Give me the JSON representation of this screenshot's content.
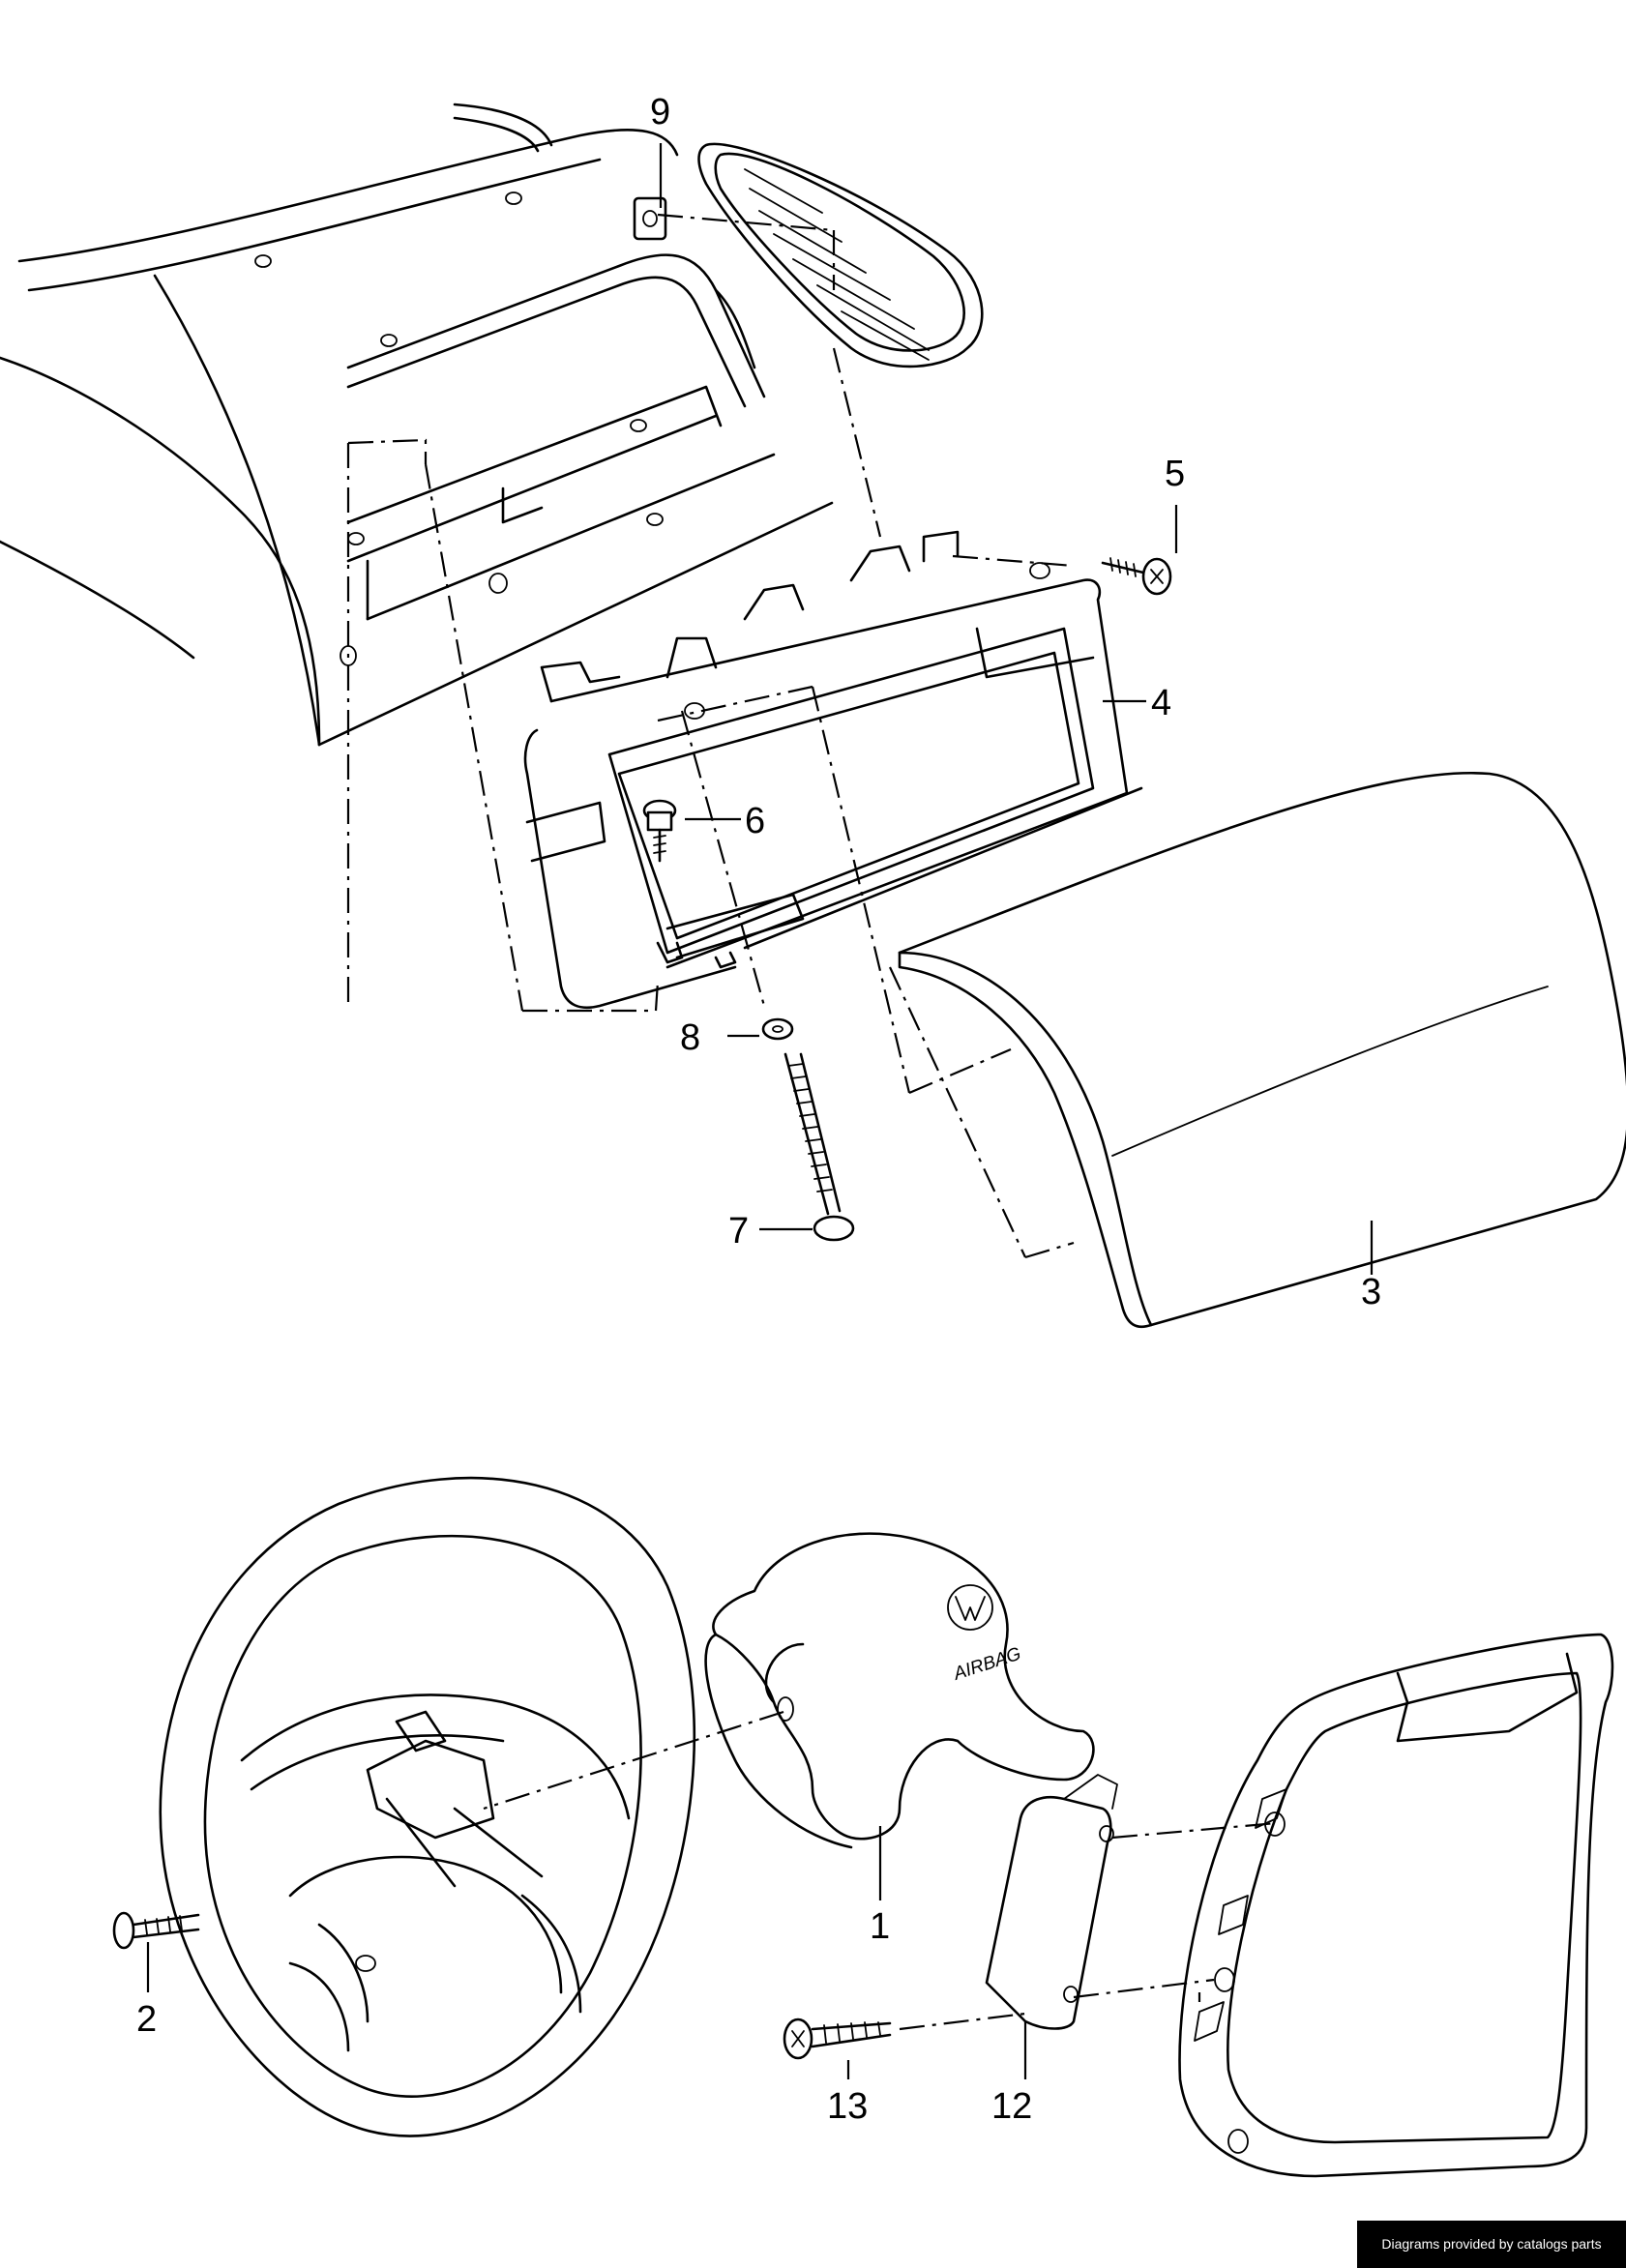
{
  "callouts": {
    "c1": "1",
    "c2": "2",
    "c3": "3",
    "c4": "4",
    "c5": "5",
    "c6": "6",
    "c7": "7",
    "c8": "8",
    "c9": "9",
    "c12": "12",
    "c13": "13"
  },
  "module_marking": "AIRBAG",
  "footer": {
    "credit": "Diagrams provided by catalogs parts"
  }
}
